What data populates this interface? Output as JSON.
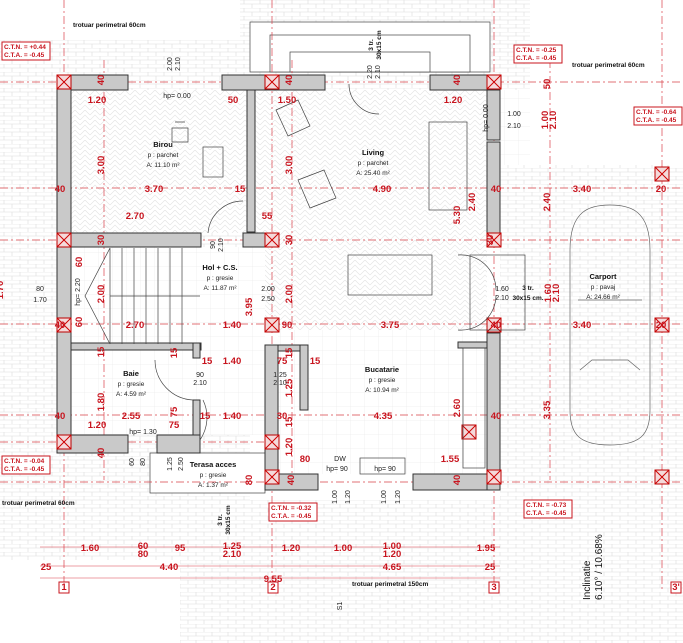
{
  "rooms": [
    {
      "name": "Birou",
      "floor": "p : parchet",
      "area": "A: 11.10 m²"
    },
    {
      "name": "Living",
      "floor": "p : parchet",
      "area": "A: 25.40 m²"
    },
    {
      "name": "Hol + C.S.",
      "floor": "p : gresie",
      "area": "A: 11.87 m²"
    },
    {
      "name": "Baie",
      "floor": "p : gresie",
      "area": "A: 4.59 m²"
    },
    {
      "name": "Bucatarie",
      "floor": "p : gresie",
      "area": "A: 10.94 m²"
    },
    {
      "name": "Terasa acces",
      "floor": "p : gresie",
      "area": "A: 1.37 m²"
    },
    {
      "name": "Carport",
      "floor": "p : pavaj",
      "area": "A: 24.66 m²"
    }
  ],
  "levels": [
    {
      "ctn": "C.T.N. = +0.44",
      "cta": "C.T.A. = -0.45"
    },
    {
      "ctn": "C.T.N. = -0.25",
      "cta": "C.T.A. = -0.45"
    },
    {
      "ctn": "C.T.N. = -0.64",
      "cta": "C.T.A. = -0.45"
    },
    {
      "ctn": "C.T.N. = -0.04",
      "cta": "C.T.A. = -0.45"
    },
    {
      "ctn": "C.T.N. = -0.32",
      "cta": "C.T.A. = -0.45"
    },
    {
      "ctn": "C.T.N. = -0.73",
      "cta": "C.T.A. = -0.45"
    }
  ],
  "sidewalks": [
    "trotuar perimetral 60cm",
    "trotuar perimetral 60cm",
    "trotuar perimetral 60cm",
    "trotuar perimetral 150cm"
  ],
  "dims_red": [
    "40",
    "40",
    "40",
    "1.20",
    "50",
    "1.50",
    "1.20",
    "3.00",
    "3.00",
    "40",
    "3.70",
    "15",
    "4.90",
    "40",
    "3.40",
    "20",
    "2.70",
    "55",
    "5.30",
    "2.40",
    "2.40",
    "1.00",
    "2.10",
    "50",
    "30",
    "30",
    "30",
    "60",
    "2.00",
    "60",
    "40",
    "2.70",
    "1.40",
    "3.95",
    "2.00",
    "90",
    "3.75",
    "40",
    "3.40",
    "20",
    "15",
    "15",
    "15",
    "1.40",
    "75",
    "15",
    "15",
    "1.80",
    "1.25",
    "40",
    "2.55",
    "75",
    "15",
    "1.40",
    "30",
    "4.35",
    "2.60",
    "40",
    "3.35",
    "1.20",
    "75",
    "15",
    "40",
    "1.20",
    "80",
    "1.55",
    "80",
    "40",
    "40",
    "1.60",
    "2.10",
    "1.70",
    "1.60",
    "60",
    "80",
    "95",
    "1.25",
    "2.10",
    "1.20",
    "1.00",
    "1.00",
    "1.20",
    "1.95",
    "25",
    "4.40",
    "4.65",
    "25",
    "9.55"
  ],
  "dims_black": [
    "2.00",
    "2.10",
    "hp= 0.00",
    "2.20",
    "2.10",
    "hp= 0.00",
    "1.00",
    "2.10",
    "90",
    "2.10",
    "80",
    "1.70",
    "hp= 2.20",
    "2.00",
    "2.50",
    "90",
    "2.10",
    "1.25",
    "2.10",
    "hp= 1.30",
    "60",
    "80",
    "1.25",
    "2.50",
    "DW",
    "hp= 90",
    "hp= 90",
    "1.00",
    "1.20",
    "1.00",
    "1.20",
    "1.60",
    "2.10"
  ],
  "stairs": [
    {
      "label": "3 tr.",
      "size": "30x15 cm"
    },
    {
      "label": "3 tr.",
      "size": "30x15 cm."
    },
    {
      "label": "3 tr.",
      "size": "30x15 cm"
    }
  ],
  "grid_axes": [
    "1",
    "2",
    "3",
    "3'"
  ],
  "slope": {
    "label": "Inclinatie",
    "value": "6.10° / 10.68%"
  },
  "section": "S1",
  "colors": {
    "dimension": "#c8141e",
    "wall": "#c9c9c9"
  }
}
